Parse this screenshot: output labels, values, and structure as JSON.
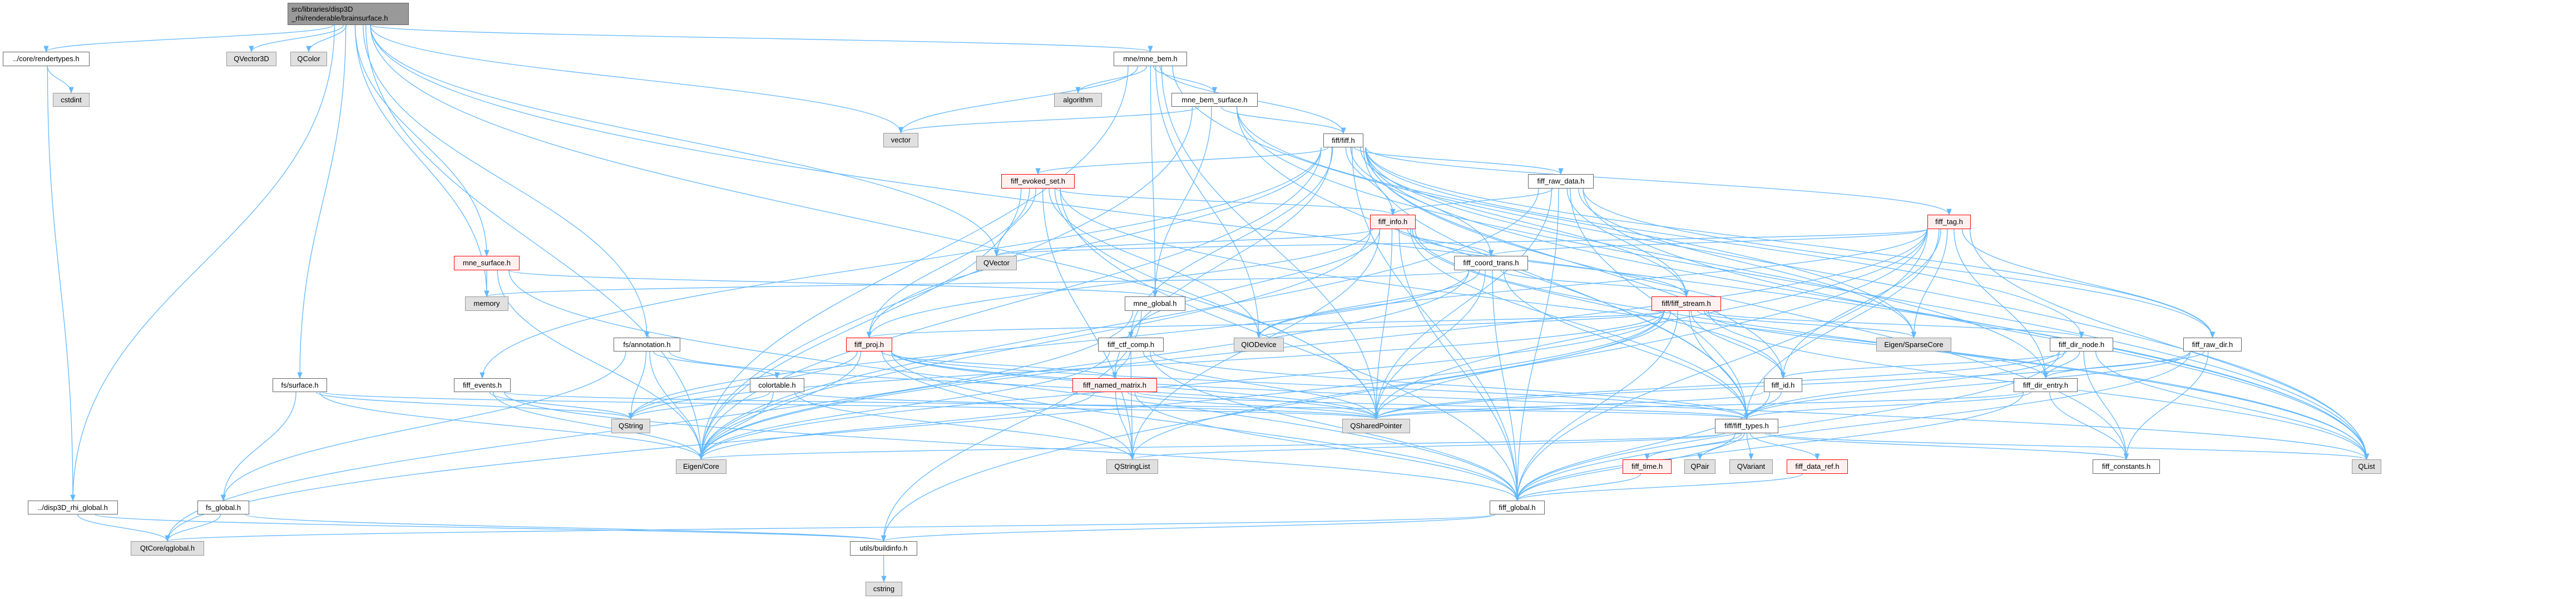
{
  "graph": {
    "title": "Include dependency graph for brainsurface.h",
    "edge_color": "#63b8ff",
    "nodes": [
      {
        "id": "root",
        "label": "src/libraries/disp3D\n_rhi/renderable/brainsurface.h",
        "kind": "root"
      },
      {
        "id": "rendertypes",
        "label": "../core/rendertypes.h",
        "kind": "normal"
      },
      {
        "id": "QVector3D",
        "label": "QVector3D",
        "kind": "external"
      },
      {
        "id": "QColor",
        "label": "QColor",
        "kind": "external"
      },
      {
        "id": "cstdint",
        "label": "cstdint",
        "kind": "external"
      },
      {
        "id": "mne_bem",
        "label": "mne/mne_bem.h",
        "kind": "normal"
      },
      {
        "id": "algorithm",
        "label": "algorithm",
        "kind": "external"
      },
      {
        "id": "mne_bem_surface",
        "label": "mne_bem_surface.h",
        "kind": "normal"
      },
      {
        "id": "vector",
        "label": "vector",
        "kind": "external"
      },
      {
        "id": "fiff",
        "label": "fiff/fiff.h",
        "kind": "normal"
      },
      {
        "id": "fiff_evoked_set",
        "label": "fiff_evoked_set.h",
        "kind": "red"
      },
      {
        "id": "fiff_raw_data",
        "label": "fiff_raw_data.h",
        "kind": "normal"
      },
      {
        "id": "fiff_info",
        "label": "fiff_info.h",
        "kind": "red"
      },
      {
        "id": "fiff_tag",
        "label": "fiff_tag.h",
        "kind": "red"
      },
      {
        "id": "mne_surface",
        "label": "mne_surface.h",
        "kind": "red"
      },
      {
        "id": "QVector",
        "label": "QVector",
        "kind": "external"
      },
      {
        "id": "fiff_coord_trans",
        "label": "fiff_coord_trans.h",
        "kind": "normal"
      },
      {
        "id": "memory",
        "label": "memory",
        "kind": "external"
      },
      {
        "id": "mne_global",
        "label": "mne_global.h",
        "kind": "normal"
      },
      {
        "id": "fiff_stream",
        "label": "fiff/fiff_stream.h",
        "kind": "red"
      },
      {
        "id": "fs_annotation",
        "label": "fs/annotation.h",
        "kind": "normal"
      },
      {
        "id": "fiff_proj",
        "label": "fiff_proj.h",
        "kind": "red"
      },
      {
        "id": "fiff_ctf_comp",
        "label": "fiff_ctf_comp.h",
        "kind": "normal"
      },
      {
        "id": "QIODevice",
        "label": "QIODevice",
        "kind": "external"
      },
      {
        "id": "Eigen_SparseCore",
        "label": "Eigen/SparseCore",
        "kind": "external"
      },
      {
        "id": "fiff_dir_node",
        "label": "fiff_dir_node.h",
        "kind": "normal"
      },
      {
        "id": "fiff_raw_dir",
        "label": "fiff_raw_dir.h",
        "kind": "normal"
      },
      {
        "id": "fs_surface",
        "label": "fs/surface.h",
        "kind": "normal"
      },
      {
        "id": "fiff_events",
        "label": "fiff_events.h",
        "kind": "normal"
      },
      {
        "id": "colortable",
        "label": "colortable.h",
        "kind": "normal"
      },
      {
        "id": "fiff_named_matrix",
        "label": "fiff_named_matrix.h",
        "kind": "red"
      },
      {
        "id": "fiff_id",
        "label": "fiff_id.h",
        "kind": "normal"
      },
      {
        "id": "fiff_dir_entry",
        "label": "fiff_dir_entry.h",
        "kind": "normal"
      },
      {
        "id": "QString",
        "label": "QString",
        "kind": "external"
      },
      {
        "id": "QSharedPointer",
        "label": "QSharedPointer",
        "kind": "external"
      },
      {
        "id": "fiff_types",
        "label": "fiff/fiff_types.h",
        "kind": "normal"
      },
      {
        "id": "Eigen_Core",
        "label": "Eigen/Core",
        "kind": "external"
      },
      {
        "id": "QStringList",
        "label": "QStringList",
        "kind": "external"
      },
      {
        "id": "fiff_time",
        "label": "fiff_time.h",
        "kind": "red"
      },
      {
        "id": "QPair",
        "label": "QPair",
        "kind": "external"
      },
      {
        "id": "QVariant",
        "label": "QVariant",
        "kind": "external"
      },
      {
        "id": "fiff_data_ref",
        "label": "fiff_data_ref.h",
        "kind": "red"
      },
      {
        "id": "fiff_constants",
        "label": "fiff_constants.h",
        "kind": "normal"
      },
      {
        "id": "QList",
        "label": "QList",
        "kind": "external"
      },
      {
        "id": "disp3D_rhi_global",
        "label": "../disp3D_rhi_global.h",
        "kind": "normal"
      },
      {
        "id": "fs_global",
        "label": "fs_global.h",
        "kind": "normal"
      },
      {
        "id": "fiff_global",
        "label": "fiff_global.h",
        "kind": "normal"
      },
      {
        "id": "qglobal",
        "label": "QtCore/qglobal.h",
        "kind": "external"
      },
      {
        "id": "buildinfo",
        "label": "utils/buildinfo.h",
        "kind": "normal"
      },
      {
        "id": "cstring",
        "label": "cstring",
        "kind": "external"
      }
    ],
    "edges": [
      [
        "root",
        "rendertypes"
      ],
      [
        "root",
        "QVector3D"
      ],
      [
        "root",
        "QColor"
      ],
      [
        "root",
        "disp3D_rhi_global"
      ],
      [
        "root",
        "fs_surface"
      ],
      [
        "root",
        "fs_annotation"
      ],
      [
        "root",
        "mne_surface"
      ],
      [
        "root",
        "memory"
      ],
      [
        "root",
        "vector"
      ],
      [
        "root",
        "mne_bem"
      ],
      [
        "root",
        "QList"
      ],
      [
        "root",
        "QVector"
      ],
      [
        "root",
        "Eigen_Core"
      ],
      [
        "root",
        "QSharedPointer"
      ],
      [
        "rendertypes",
        "cstdint"
      ],
      [
        "rendertypes",
        "disp3D_rhi_global"
      ],
      [
        "disp3D_rhi_global",
        "qglobal"
      ],
      [
        "disp3D_rhi_global",
        "buildinfo"
      ],
      [
        "fs_global",
        "qglobal"
      ],
      [
        "fs_global",
        "buildinfo"
      ],
      [
        "fs_surface",
        "fs_global"
      ],
      [
        "fs_surface",
        "Eigen_Core"
      ],
      [
        "fs_surface",
        "QString"
      ],
      [
        "fs_surface",
        "QSharedPointer"
      ],
      [
        "fs_annotation",
        "colortable"
      ],
      [
        "fs_annotation",
        "fs_global"
      ],
      [
        "fs_annotation",
        "QString"
      ],
      [
        "fs_annotation",
        "Eigen_Core"
      ],
      [
        "fs_annotation",
        "QSharedPointer"
      ],
      [
        "colortable",
        "QString"
      ],
      [
        "colortable",
        "Eigen_Core"
      ],
      [
        "colortable",
        "QSharedPointer"
      ],
      [
        "colortable",
        "QStringList"
      ],
      [
        "mne_surface",
        "memory"
      ],
      [
        "mne_surface",
        "mne_global"
      ],
      [
        "mne_surface",
        "Eigen_Core"
      ],
      [
        "mne_surface",
        "fiff_global"
      ],
      [
        "mne_global",
        "qglobal"
      ],
      [
        "mne_global",
        "buildinfo"
      ],
      [
        "mne_bem",
        "algorithm"
      ],
      [
        "mne_bem",
        "mne_bem_surface"
      ],
      [
        "mne_bem",
        "vector"
      ],
      [
        "mne_bem",
        "mne_global"
      ],
      [
        "mne_bem",
        "fiff"
      ],
      [
        "mne_bem",
        "QList"
      ],
      [
        "mne_bem",
        "QIODevice"
      ],
      [
        "mne_bem",
        "QSharedPointer"
      ],
      [
        "mne_bem",
        "Eigen_Core"
      ],
      [
        "mne_bem_surface",
        "fiff"
      ],
      [
        "mne_bem_surface",
        "vector"
      ],
      [
        "mne_bem_surface",
        "mne_global"
      ],
      [
        "mne_bem_surface",
        "Eigen_Core"
      ],
      [
        "mne_bem_surface",
        "QList"
      ],
      [
        "mne_bem_surface",
        "Eigen_SparseCore"
      ],
      [
        "mne_bem_surface",
        "fiff_types"
      ],
      [
        "fiff",
        "fiff_evoked_set"
      ],
      [
        "fiff",
        "fiff_raw_data"
      ],
      [
        "fiff",
        "fiff_info"
      ],
      [
        "fiff",
        "fiff_tag"
      ],
      [
        "fiff",
        "fiff_coord_trans"
      ],
      [
        "fiff",
        "fiff_stream"
      ],
      [
        "fiff",
        "fiff_proj"
      ],
      [
        "fiff",
        "fiff_ctf_comp"
      ],
      [
        "fiff",
        "fiff_named_matrix"
      ],
      [
        "fiff",
        "fiff_events"
      ],
      [
        "fiff",
        "fiff_dir_node"
      ],
      [
        "fiff",
        "fiff_raw_dir"
      ],
      [
        "fiff",
        "fiff_dir_entry"
      ],
      [
        "fiff",
        "fiff_id"
      ],
      [
        "fiff",
        "fiff_types"
      ],
      [
        "fiff",
        "fiff_constants"
      ],
      [
        "fiff",
        "fiff_global"
      ],
      [
        "fiff",
        "QList"
      ],
      [
        "fiff",
        "Eigen_Core"
      ],
      [
        "fiff_evoked_set",
        "fiff_info"
      ],
      [
        "fiff_evoked_set",
        "fiff_proj"
      ],
      [
        "fiff_evoked_set",
        "QVector"
      ],
      [
        "fiff_evoked_set",
        "QList"
      ],
      [
        "fiff_evoked_set",
        "QSharedPointer"
      ],
      [
        "fiff_evoked_set",
        "Eigen_Core"
      ],
      [
        "fiff_evoked_set",
        "QStringList"
      ],
      [
        "fiff_evoked_set",
        "fiff_global"
      ],
      [
        "fiff_evoked_set",
        "QIODevice"
      ],
      [
        "fiff_raw_data",
        "fiff_info"
      ],
      [
        "fiff_raw_data",
        "fiff_stream"
      ],
      [
        "fiff_raw_data",
        "fiff_types"
      ],
      [
        "fiff_raw_data",
        "fiff_global"
      ],
      [
        "fiff_raw_data",
        "Eigen_Core"
      ],
      [
        "fiff_raw_data",
        "QSharedPointer"
      ],
      [
        "fiff_raw_data",
        "QList"
      ],
      [
        "fiff_raw_data",
        "fiff_raw_dir"
      ],
      [
        "fiff_raw_data",
        "Eigen_SparseCore"
      ],
      [
        "fiff_info",
        "fiff_coord_trans"
      ],
      [
        "fiff_info",
        "fiff_proj"
      ],
      [
        "fiff_info",
        "fiff_ctf_comp"
      ],
      [
        "fiff_info",
        "fiff_id"
      ],
      [
        "fiff_info",
        "fiff_types"
      ],
      [
        "fiff_info",
        "fiff_global"
      ],
      [
        "fiff_info",
        "fiff_stream"
      ],
      [
        "fiff_info",
        "QList"
      ],
      [
        "fiff_info",
        "QSharedPointer"
      ],
      [
        "fiff_info",
        "QStringList"
      ],
      [
        "fiff_info",
        "Eigen_Core"
      ],
      [
        "fiff_info",
        "QVector"
      ],
      [
        "fiff_tag",
        "fiff_coord_trans"
      ],
      [
        "fiff_tag",
        "fiff_id"
      ],
      [
        "fiff_tag",
        "fiff_types"
      ],
      [
        "fiff_tag",
        "fiff_dir_entry"
      ],
      [
        "fiff_tag",
        "fiff_global"
      ],
      [
        "fiff_tag",
        "QList"
      ],
      [
        "fiff_tag",
        "QVector"
      ],
      [
        "fiff_tag",
        "QSharedPointer"
      ],
      [
        "fiff_tag",
        "Eigen_Core"
      ],
      [
        "fiff_tag",
        "Eigen_SparseCore"
      ],
      [
        "fiff_tag",
        "QIODevice"
      ],
      [
        "fiff_tag",
        "fiff_raw_dir"
      ],
      [
        "fiff_tag",
        "buildinfo"
      ],
      [
        "fiff_coord_trans",
        "fiff_stream"
      ],
      [
        "fiff_coord_trans",
        "fiff_types"
      ],
      [
        "fiff_coord_trans",
        "fiff_global"
      ],
      [
        "fiff_coord_trans",
        "Eigen_Core"
      ],
      [
        "fiff_coord_trans",
        "QSharedPointer"
      ],
      [
        "fiff_coord_trans",
        "QString"
      ],
      [
        "fiff_coord_trans",
        "QIODevice"
      ],
      [
        "fiff_coord_trans",
        "memory"
      ],
      [
        "fiff_stream",
        "fiff_proj"
      ],
      [
        "fiff_stream",
        "fiff_dir_node"
      ],
      [
        "fiff_stream",
        "fiff_id"
      ],
      [
        "fiff_stream",
        "fiff_types"
      ],
      [
        "fiff_stream",
        "fiff_global"
      ],
      [
        "fiff_stream",
        "fiff_dir_entry"
      ],
      [
        "fiff_stream",
        "QList"
      ],
      [
        "fiff_stream",
        "QSharedPointer"
      ],
      [
        "fiff_stream",
        "QIODevice"
      ],
      [
        "fiff_stream",
        "Eigen_Core"
      ],
      [
        "fiff_stream",
        "Eigen_SparseCore"
      ],
      [
        "fiff_stream",
        "QStringList"
      ],
      [
        "fiff_stream",
        "QString"
      ],
      [
        "fiff_stream",
        "qglobal"
      ],
      [
        "fiff_proj",
        "fiff_named_matrix"
      ],
      [
        "fiff_proj",
        "fiff_types"
      ],
      [
        "fiff_proj",
        "fiff_global"
      ],
      [
        "fiff_proj",
        "Eigen_Core"
      ],
      [
        "fiff_proj",
        "QString"
      ],
      [
        "fiff_proj",
        "QStringList"
      ],
      [
        "fiff_proj",
        "QSharedPointer"
      ],
      [
        "fiff_proj",
        "QList"
      ],
      [
        "fiff_ctf_comp",
        "fiff_named_matrix"
      ],
      [
        "fiff_ctf_comp",
        "fiff_types"
      ],
      [
        "fiff_ctf_comp",
        "Eigen_Core"
      ],
      [
        "fiff_ctf_comp",
        "QSharedPointer"
      ],
      [
        "fiff_ctf_comp",
        "QStringList"
      ],
      [
        "fiff_ctf_comp",
        "fiff_global"
      ],
      [
        "fiff_named_matrix",
        "fiff_types"
      ],
      [
        "fiff_named_matrix",
        "fiff_global"
      ],
      [
        "fiff_named_matrix",
        "Eigen_Core"
      ],
      [
        "fiff_named_matrix",
        "QStringList"
      ],
      [
        "fiff_named_matrix",
        "QSharedPointer"
      ],
      [
        "fiff_events",
        "fiff_global"
      ],
      [
        "fiff_events",
        "QString"
      ],
      [
        "fiff_events",
        "Eigen_Core"
      ],
      [
        "fiff_events",
        "fiff_types"
      ],
      [
        "fiff_dir_node",
        "fiff_dir_entry"
      ],
      [
        "fiff_dir_node",
        "fiff_id"
      ],
      [
        "fiff_dir_node",
        "fiff_types"
      ],
      [
        "fiff_dir_node",
        "fiff_constants"
      ],
      [
        "fiff_dir_node",
        "fiff_global"
      ],
      [
        "fiff_dir_node",
        "QList"
      ],
      [
        "fiff_dir_node",
        "QSharedPointer"
      ],
      [
        "fiff_raw_dir",
        "fiff_dir_entry"
      ],
      [
        "fiff_raw_dir",
        "fiff_types"
      ],
      [
        "fiff_raw_dir",
        "fiff_global"
      ],
      [
        "fiff_raw_dir",
        "fiff_constants"
      ],
      [
        "fiff_raw_dir",
        "QSharedPointer"
      ],
      [
        "fiff_dir_entry",
        "fiff_types"
      ],
      [
        "fiff_dir_entry",
        "fiff_global"
      ],
      [
        "fiff_dir_entry",
        "fiff_constants"
      ],
      [
        "fiff_dir_entry",
        "QSharedPointer"
      ],
      [
        "fiff_id",
        "fiff_types"
      ],
      [
        "fiff_id",
        "fiff_global"
      ],
      [
        "fiff_id",
        "QSharedPointer"
      ],
      [
        "fiff_types",
        "fiff_time"
      ],
      [
        "fiff_types",
        "QPair"
      ],
      [
        "fiff_types",
        "QVariant"
      ],
      [
        "fiff_types",
        "fiff_data_ref"
      ],
      [
        "fiff_types",
        "fiff_constants"
      ],
      [
        "fiff_types",
        "fiff_global"
      ],
      [
        "fiff_types",
        "Eigen_Core"
      ],
      [
        "fiff_types",
        "QList"
      ],
      [
        "fiff_types",
        "QStringList"
      ],
      [
        "fiff_time",
        "fiff_global"
      ],
      [
        "fiff_data_ref",
        "fiff_global"
      ],
      [
        "fiff_global",
        "qglobal"
      ],
      [
        "fiff_global",
        "buildinfo"
      ],
      [
        "buildinfo",
        "cstring"
      ]
    ]
  }
}
